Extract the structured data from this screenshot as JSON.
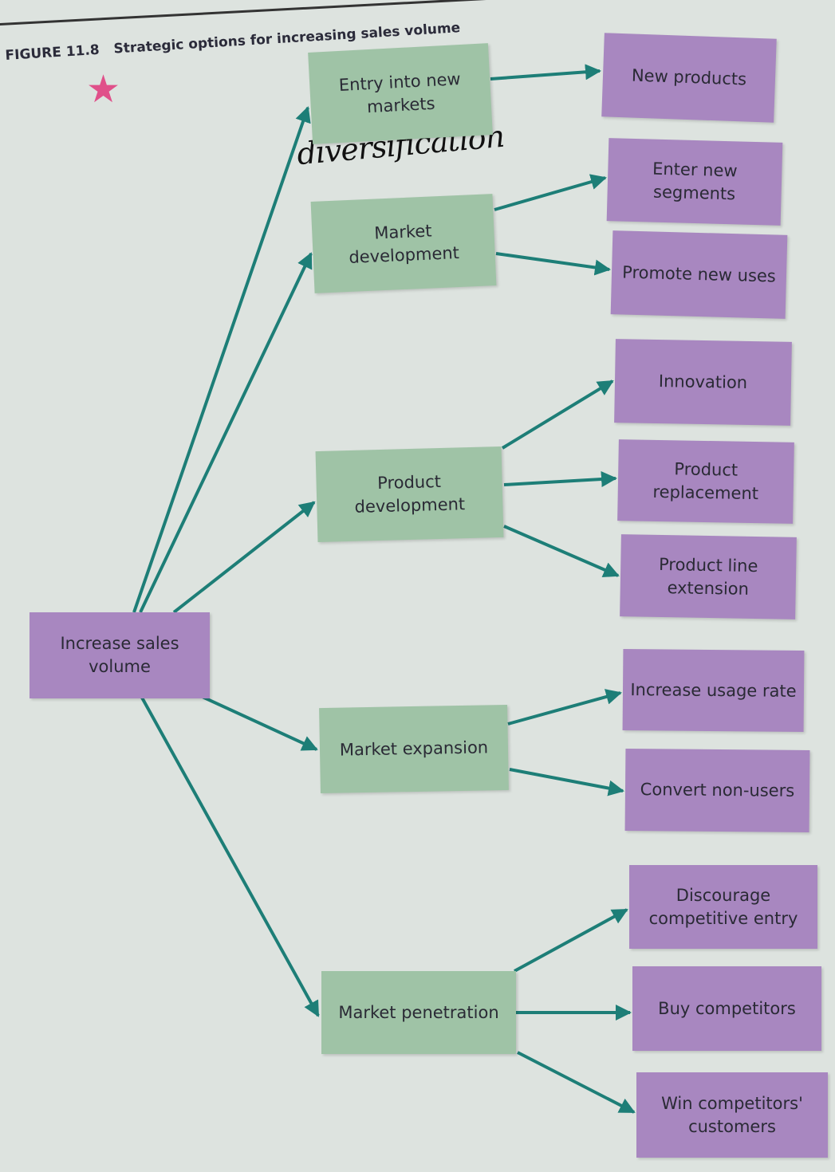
{
  "figure": {
    "number": "FIGURE 11.8",
    "title": "Strategic options for increasing sales volume"
  },
  "annotations": {
    "handwritten": "diversification",
    "star": "★"
  },
  "root": "Increase sales volume",
  "strategies": [
    {
      "label": "Entry into new markets",
      "options": [
        "New products"
      ]
    },
    {
      "label": "Market development",
      "options": [
        "Enter new segments",
        "Promote new uses"
      ]
    },
    {
      "label": "Product development",
      "options": [
        "Innovation",
        "Product replacement",
        "Product line extension"
      ]
    },
    {
      "label": "Market expansion",
      "options": [
        "Increase usage rate",
        "Convert non-users"
      ]
    },
    {
      "label": "Market penetration",
      "options": [
        "Discourage competitive entry",
        "Buy competitors",
        "Win competitors' customers"
      ]
    }
  ],
  "colors": {
    "strategy": "#9fc3a6",
    "option": "#a887c0",
    "arrow": "#1d7e77"
  }
}
